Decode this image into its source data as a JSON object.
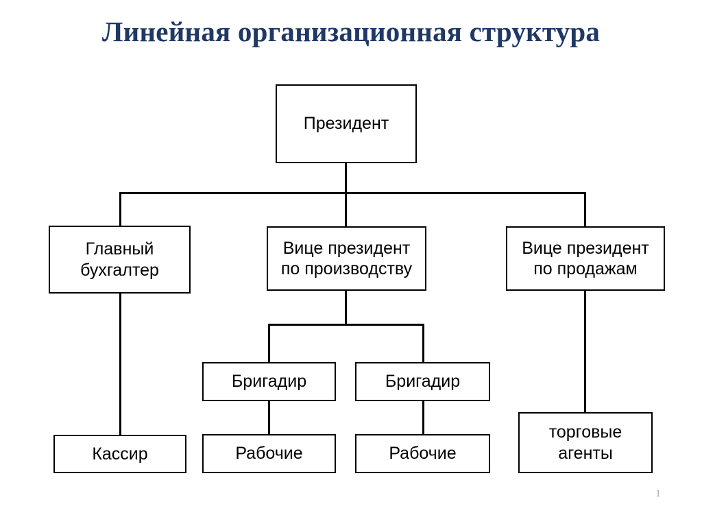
{
  "slide": {
    "title": "Линейная организационная структура",
    "title_color": "#1f3864",
    "page_number": "1",
    "background_color": "#ffffff",
    "line_color": "#000000"
  },
  "chart_data": {
    "type": "diagram",
    "diagram_kind": "organizational-chart",
    "title": "Линейная организационная структура",
    "nodes": [
      {
        "id": "president",
        "label": "Президент",
        "level": 0
      },
      {
        "id": "chief-accountant",
        "label": "Главный\nбухгалтер",
        "level": 1
      },
      {
        "id": "vp-production",
        "label": "Вице президент\nпо производству",
        "level": 1
      },
      {
        "id": "vp-sales",
        "label": "Вице президент\nпо продажам",
        "level": 1
      },
      {
        "id": "foreman-1",
        "label": "Бригадир",
        "level": 2
      },
      {
        "id": "foreman-2",
        "label": "Бригадир",
        "level": 2
      },
      {
        "id": "cashier",
        "label": "Кассир",
        "level": 3
      },
      {
        "id": "workers-1",
        "label": "Рабочие",
        "level": 3
      },
      {
        "id": "workers-2",
        "label": "Рабочие",
        "level": 3
      },
      {
        "id": "sales-agents",
        "label": "торговые\nагенты",
        "level": 3
      }
    ],
    "edges": [
      {
        "from": "president",
        "to": "chief-accountant"
      },
      {
        "from": "president",
        "to": "vp-production"
      },
      {
        "from": "president",
        "to": "vp-sales"
      },
      {
        "from": "chief-accountant",
        "to": "cashier"
      },
      {
        "from": "vp-production",
        "to": "foreman-1"
      },
      {
        "from": "vp-production",
        "to": "foreman-2"
      },
      {
        "from": "vp-sales",
        "to": "sales-agents"
      },
      {
        "from": "foreman-1",
        "to": "workers-1"
      },
      {
        "from": "foreman-2",
        "to": "workers-2"
      }
    ]
  },
  "nodes": {
    "president": {
      "label": "Президент"
    },
    "chief_accountant": {
      "label": "Главный\nбухгалтер"
    },
    "vp_production": {
      "label": "Вице президент\nпо производству"
    },
    "vp_sales": {
      "label": "Вице президент\nпо продажам"
    },
    "foreman_1": {
      "label": "Бригадир"
    },
    "foreman_2": {
      "label": "Бригадир"
    },
    "cashier": {
      "label": "Кассир"
    },
    "workers_1": {
      "label": "Рабочие"
    },
    "workers_2": {
      "label": "Рабочие"
    },
    "sales_agents": {
      "label": "торговые\nагенты"
    }
  }
}
